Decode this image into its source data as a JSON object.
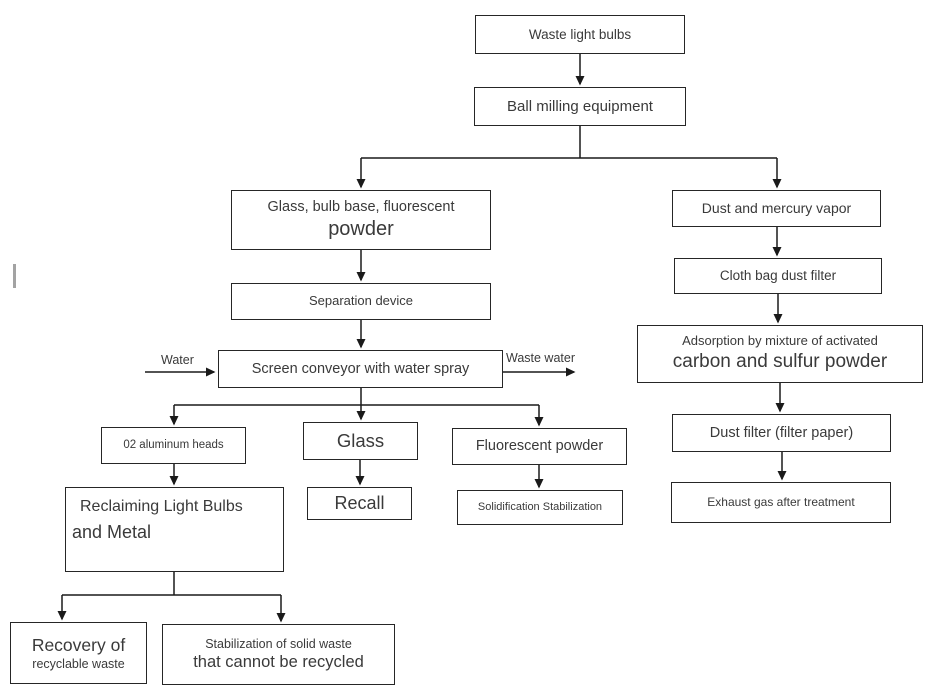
{
  "page": {
    "background_color": "#ffffff",
    "line_color": "#1a1a1a",
    "box_border_color": "#262626",
    "text_color": "#3a3a3a"
  },
  "flowchart": {
    "nodes": {
      "waste_light_bulbs": {
        "label": "Waste light bulbs"
      },
      "ball_milling_equipment": {
        "label": "Ball milling equipment"
      },
      "glass_bulb_base": {
        "line1": "Glass, bulb base, fluorescent",
        "line2": "powder"
      },
      "dust_and_mercury_vapor": {
        "label": "Dust and mercury vapor"
      },
      "separation_device": {
        "label": "Separation device"
      },
      "cloth_bag_dust_filter": {
        "label": "Cloth bag dust filter"
      },
      "screen_conveyor": {
        "label": "Screen conveyor with water spray"
      },
      "adsorption": {
        "line1": "Adsorption by mixture of activated",
        "line2": "carbon and sulfur powder"
      },
      "aluminum_heads": {
        "label": "02 aluminum heads"
      },
      "glass": {
        "label": "Glass"
      },
      "fluorescent_powder": {
        "label": "Fluorescent powder"
      },
      "dust_filter_paper": {
        "label": "Dust filter (filter paper)"
      },
      "reclaiming_light_bulbs": {
        "line1": "Reclaiming Light Bulbs",
        "line2": "and Metal"
      },
      "recall": {
        "label": "Recall"
      },
      "solidification_stabilization": {
        "label": "Solidification Stabilization"
      },
      "exhaust_gas": {
        "label": "Exhaust gas after treatment"
      },
      "recovery": {
        "line1": "Recovery of",
        "line2": "recyclable waste"
      },
      "stabilization_solid_waste": {
        "line1": "Stabilization of solid waste",
        "line2": "that cannot be recycled"
      }
    },
    "edge_labels": {
      "water": "Water",
      "waste_water": "Waste water"
    }
  }
}
